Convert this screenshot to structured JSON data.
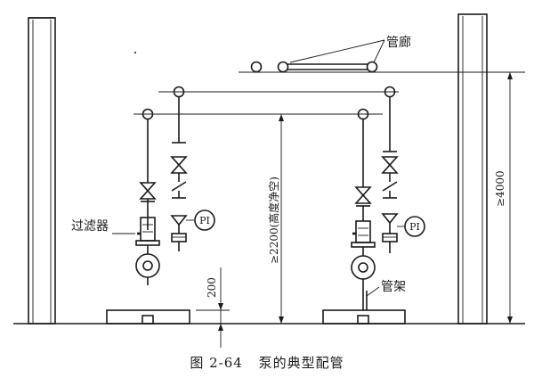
{
  "labels": {
    "pipe_rack": "管廊",
    "filter": "过滤器",
    "pipe_support": "管架",
    "pressure_indicator": "PI"
  },
  "dimensions": {
    "height_clearance": "≥2200(高度净空)",
    "rack_height": "≥4000",
    "base_clearance": "200"
  },
  "caption": {
    "figure_number": "图 2-64",
    "title": "泵的典型配管"
  }
}
